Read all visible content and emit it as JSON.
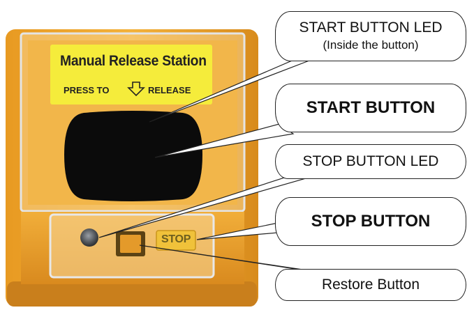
{
  "device": {
    "sign_title": "Manual Release Station",
    "press_text": "PRESS TO",
    "release_text": "RELEASE",
    "stop_label": "STOP",
    "colors": {
      "housing": "#f0a72a",
      "housing_dark": "#c9801a",
      "sign": "#f5ec3b",
      "button": "#0b0b0b"
    }
  },
  "callouts": {
    "start_led_line1": "START BUTTON LED",
    "start_led_line2": "(Inside the button)",
    "start_button": "START BUTTON",
    "stop_led": "STOP BUTTON LED",
    "stop_button": "STOP BUTTON",
    "restore_button": "Restore Button"
  }
}
